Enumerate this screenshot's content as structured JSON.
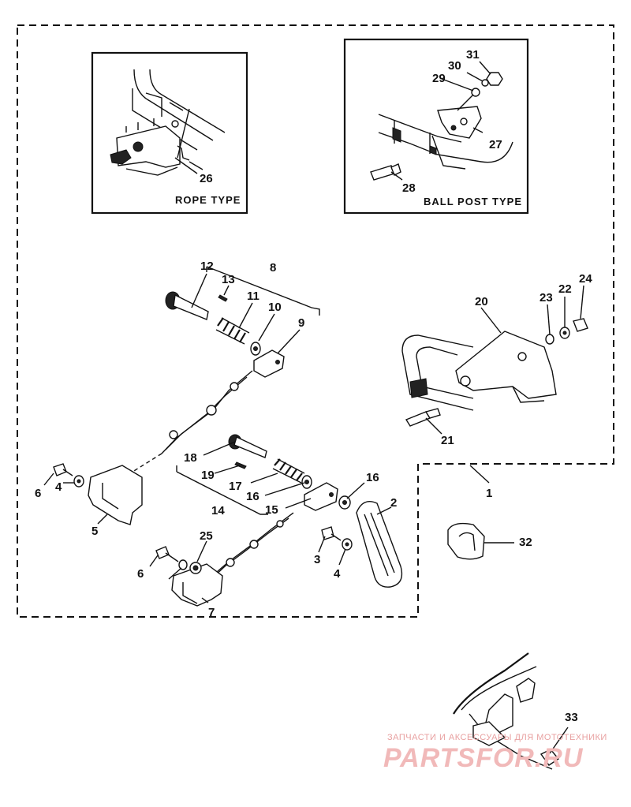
{
  "insets": {
    "rope": {
      "caption": "ROPE TYPE"
    },
    "ball_post": {
      "caption": "BALL POST TYPE"
    }
  },
  "callouts": [
    {
      "label": "1"
    },
    {
      "label": "2"
    },
    {
      "label": "3"
    },
    {
      "label": "4"
    },
    {
      "label": "4"
    },
    {
      "label": "5"
    },
    {
      "label": "6"
    },
    {
      "label": "6"
    },
    {
      "label": "7"
    },
    {
      "label": "8"
    },
    {
      "label": "9"
    },
    {
      "label": "10"
    },
    {
      "label": "11"
    },
    {
      "label": "12"
    },
    {
      "label": "13"
    },
    {
      "label": "14"
    },
    {
      "label": "15"
    },
    {
      "label": "16"
    },
    {
      "label": "16"
    },
    {
      "label": "17"
    },
    {
      "label": "18"
    },
    {
      "label": "19"
    },
    {
      "label": "20"
    },
    {
      "label": "21"
    },
    {
      "label": "22"
    },
    {
      "label": "23"
    },
    {
      "label": "24"
    },
    {
      "label": "25"
    },
    {
      "label": "26"
    },
    {
      "label": "27"
    },
    {
      "label": "28"
    },
    {
      "label": "29"
    },
    {
      "label": "30"
    },
    {
      "label": "31"
    },
    {
      "label": "32"
    },
    {
      "label": "33"
    }
  ],
  "watermark": {
    "line1": "ЗАПЧАСТИ И АКСЕССУАРЫ ДЛЯ МОТОТЕХНИКИ",
    "line2": "PARTSFOR.RU"
  }
}
